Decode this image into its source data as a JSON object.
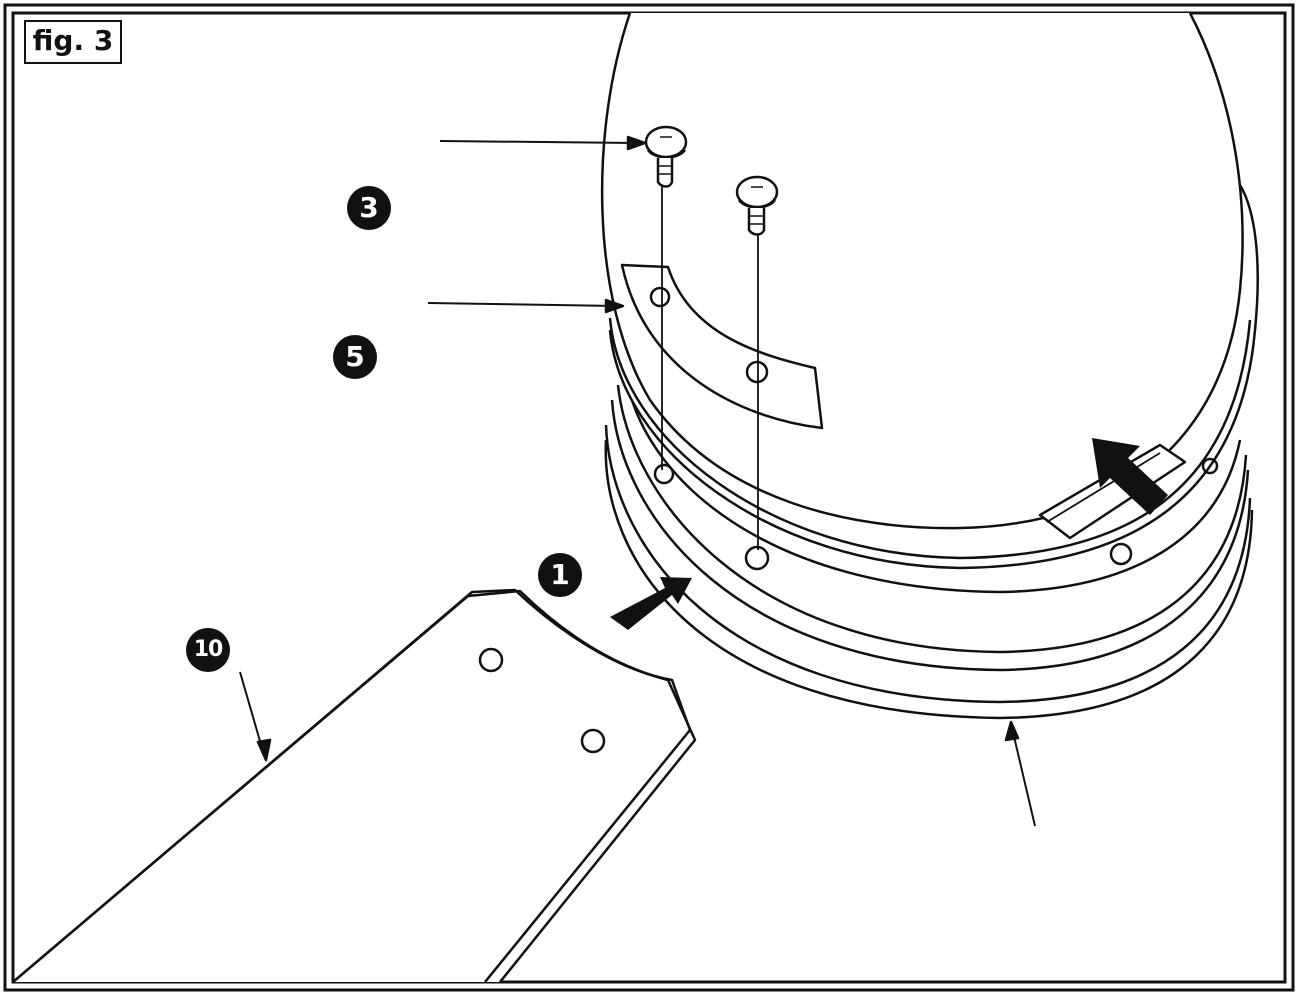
{
  "figure": {
    "label": "fig. 3"
  },
  "callouts": {
    "screw": "3",
    "gasket": "5",
    "blade_step": "1",
    "blade": "10"
  },
  "colors": {
    "ink": "#111111",
    "paper": "#ffffff"
  }
}
